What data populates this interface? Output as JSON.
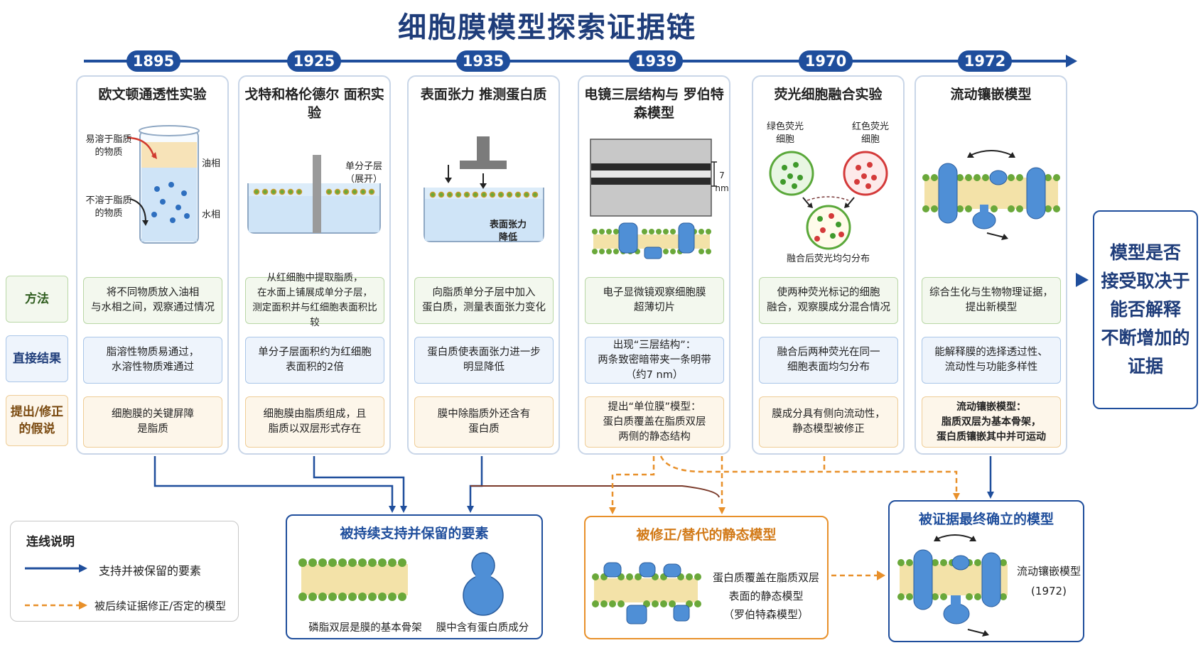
{
  "title": "细胞膜模型探索证据链",
  "row_labels": {
    "method": "方法",
    "result": "直接结果",
    "hypothesis": "提出/修正\n的假说"
  },
  "columns": [
    {
      "year": "1895",
      "title": "欧文顿通透性实验",
      "labels": {
        "soluble": "易溶于脂质\n的物质",
        "insoluble": "不溶于脂质\n的物质",
        "oil": "油相",
        "water": "水相"
      },
      "method": "将不同物质放入油相\n与水相之间，观察通过情况",
      "result": "脂溶性物质易通过，\n水溶性物质难通过",
      "hypothesis": "细胞膜的关键屏障\n是脂质"
    },
    {
      "year": "1925",
      "title": "戈特和格伦德尔\n面积实验",
      "labels": {
        "monolayer": "单分子层\n（展开）"
      },
      "method": "从红细胞中提取脂质，\n在水面上铺展成单分子层，\n测定面积并与红细胞表面积比较",
      "result": "单分子层面积约为红细胞\n表面积的2倍",
      "hypothesis": "细胞膜由脂质组成，且\n脂质以双层形式存在"
    },
    {
      "year": "1935",
      "title": "表面张力\n推测蛋白质",
      "labels": {
        "tension": "表面张力\n降低"
      },
      "method": "向脂质单分子层中加入\n蛋白质，测量表面张力变化",
      "result": "蛋白质使表面张力进一步\n明显降低",
      "hypothesis": "膜中除脂质外还含有\n蛋白质"
    },
    {
      "year": "1939",
      "title": "电镜三层结构与\n罗伯特森模型",
      "labels": {
        "scale": "7 nm"
      },
      "method": "电子显微镜观察细胞膜\n超薄切片",
      "result": "出现“三层结构”：\n两条致密暗带夹一条明带\n（约7 nm）",
      "hypothesis": "提出“单位膜”模型：\n蛋白质覆盖在脂质双层\n两侧的静态结构"
    },
    {
      "year": "1970",
      "title": "荧光细胞融合实验",
      "labels": {
        "green": "绿色荧光\n细胞",
        "red": "红色荧光\n细胞",
        "fused": "融合后荧光均匀分布"
      },
      "method": "使两种荧光标记的细胞\n融合，观察膜成分混合情况",
      "result": "融合后两种荧光在同一\n细胞表面均匀分布",
      "hypothesis": "膜成分具有侧向流动性，\n静态模型被修正"
    },
    {
      "year": "1972",
      "title": "流动镶嵌模型",
      "labels": {},
      "method": "综合生化与生物物理证据，\n提出新模型",
      "result": "能解释膜的选择透过性、\n流动性与功能多样性",
      "hypothesis": "流动镶嵌模型：\n脂质双层为基本骨架，\n蛋白质镶嵌其中并可运动"
    }
  ],
  "conclusion": "模型是否\n接受取决于\n能否解释\n不断增加的\n证据",
  "legend": {
    "title": "连线说明",
    "solid": "支持并被保留的要素",
    "dashed": "被后续证据修正/否定的模型"
  },
  "retained": {
    "title": "被持续支持并保留的要素",
    "bilayer": "磷脂双层是膜的基本骨架",
    "protein": "膜中含有蛋白质成分"
  },
  "revised": {
    "title": "被修正/替代的静态模型",
    "desc": "蛋白质覆盖在脂质双层\n表面的静态模型\n（罗伯特森模型）"
  },
  "final": {
    "title": "被证据最终确立的模型",
    "desc": "流动镶嵌模型\n(1972)"
  },
  "colors": {
    "navy": "#1f4e9c",
    "orange": "#e8902a",
    "green_border": "#b9d7a6",
    "blue_border": "#aac6e8",
    "orange_border": "#efcd97"
  }
}
